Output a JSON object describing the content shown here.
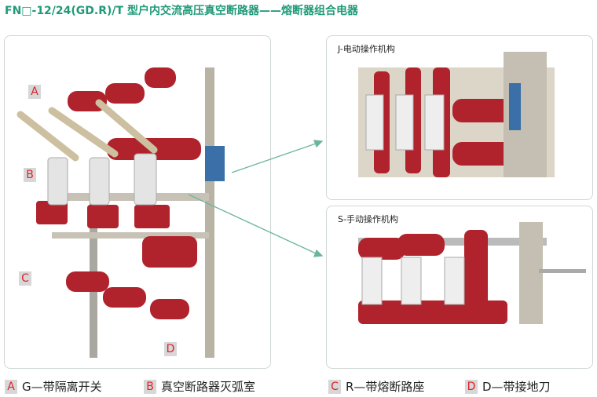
{
  "title": "FN□-12/24(GD.R)/T 型户内交流高压真空断路器——熔断器组合电器",
  "panels": {
    "electric": "J-电动操作机构",
    "manual": "S-手动操作机构"
  },
  "tags": [
    "A",
    "B",
    "C",
    "D"
  ],
  "legend": [
    {
      "tag": "A",
      "text": "G—带隔离开关"
    },
    {
      "tag": "B",
      "text": "真空断路器灭弧室"
    },
    {
      "tag": "C",
      "text": "R—带熔断路座"
    },
    {
      "tag": "D",
      "text": "D—带接地刀"
    }
  ],
  "colors": {
    "accent": "#1f9a78",
    "insulator": "#b0222c",
    "tag": "#e0202a",
    "arrow": "#6bb5a0"
  }
}
